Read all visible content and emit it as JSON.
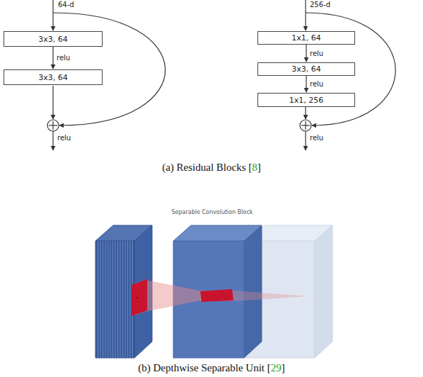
{
  "diagram": {
    "nodes": [
      {
        "text": [
          "3x3, 64"
        ]
      },
      {
        "text": [
          "3x3, 64"
        ]
      },
      {
        "text": [
          "1x1, 64"
        ]
      },
      {
        "text": [
          "3x3, 64"
        ]
      },
      {
        "text": [
          "1x1, 256"
        ]
      }
    ],
    "edges": [
      {
        "from": 0,
        "to": 1,
        "label": "relu",
        "arrow": "to"
      },
      {
        "from": 2,
        "to": 3,
        "label": "relu",
        "arrow": "to"
      },
      {
        "from": 3,
        "to": 4,
        "label": "relu",
        "arrow": "to"
      }
    ],
    "labels": [
      "64-d",
      "relu",
      "256-d",
      "relu",
      "(a) Residual Blocks [8]",
      "Separable Convolution Block",
      "(b) Depthwise Separable Unit [29]"
    ]
  }
}
